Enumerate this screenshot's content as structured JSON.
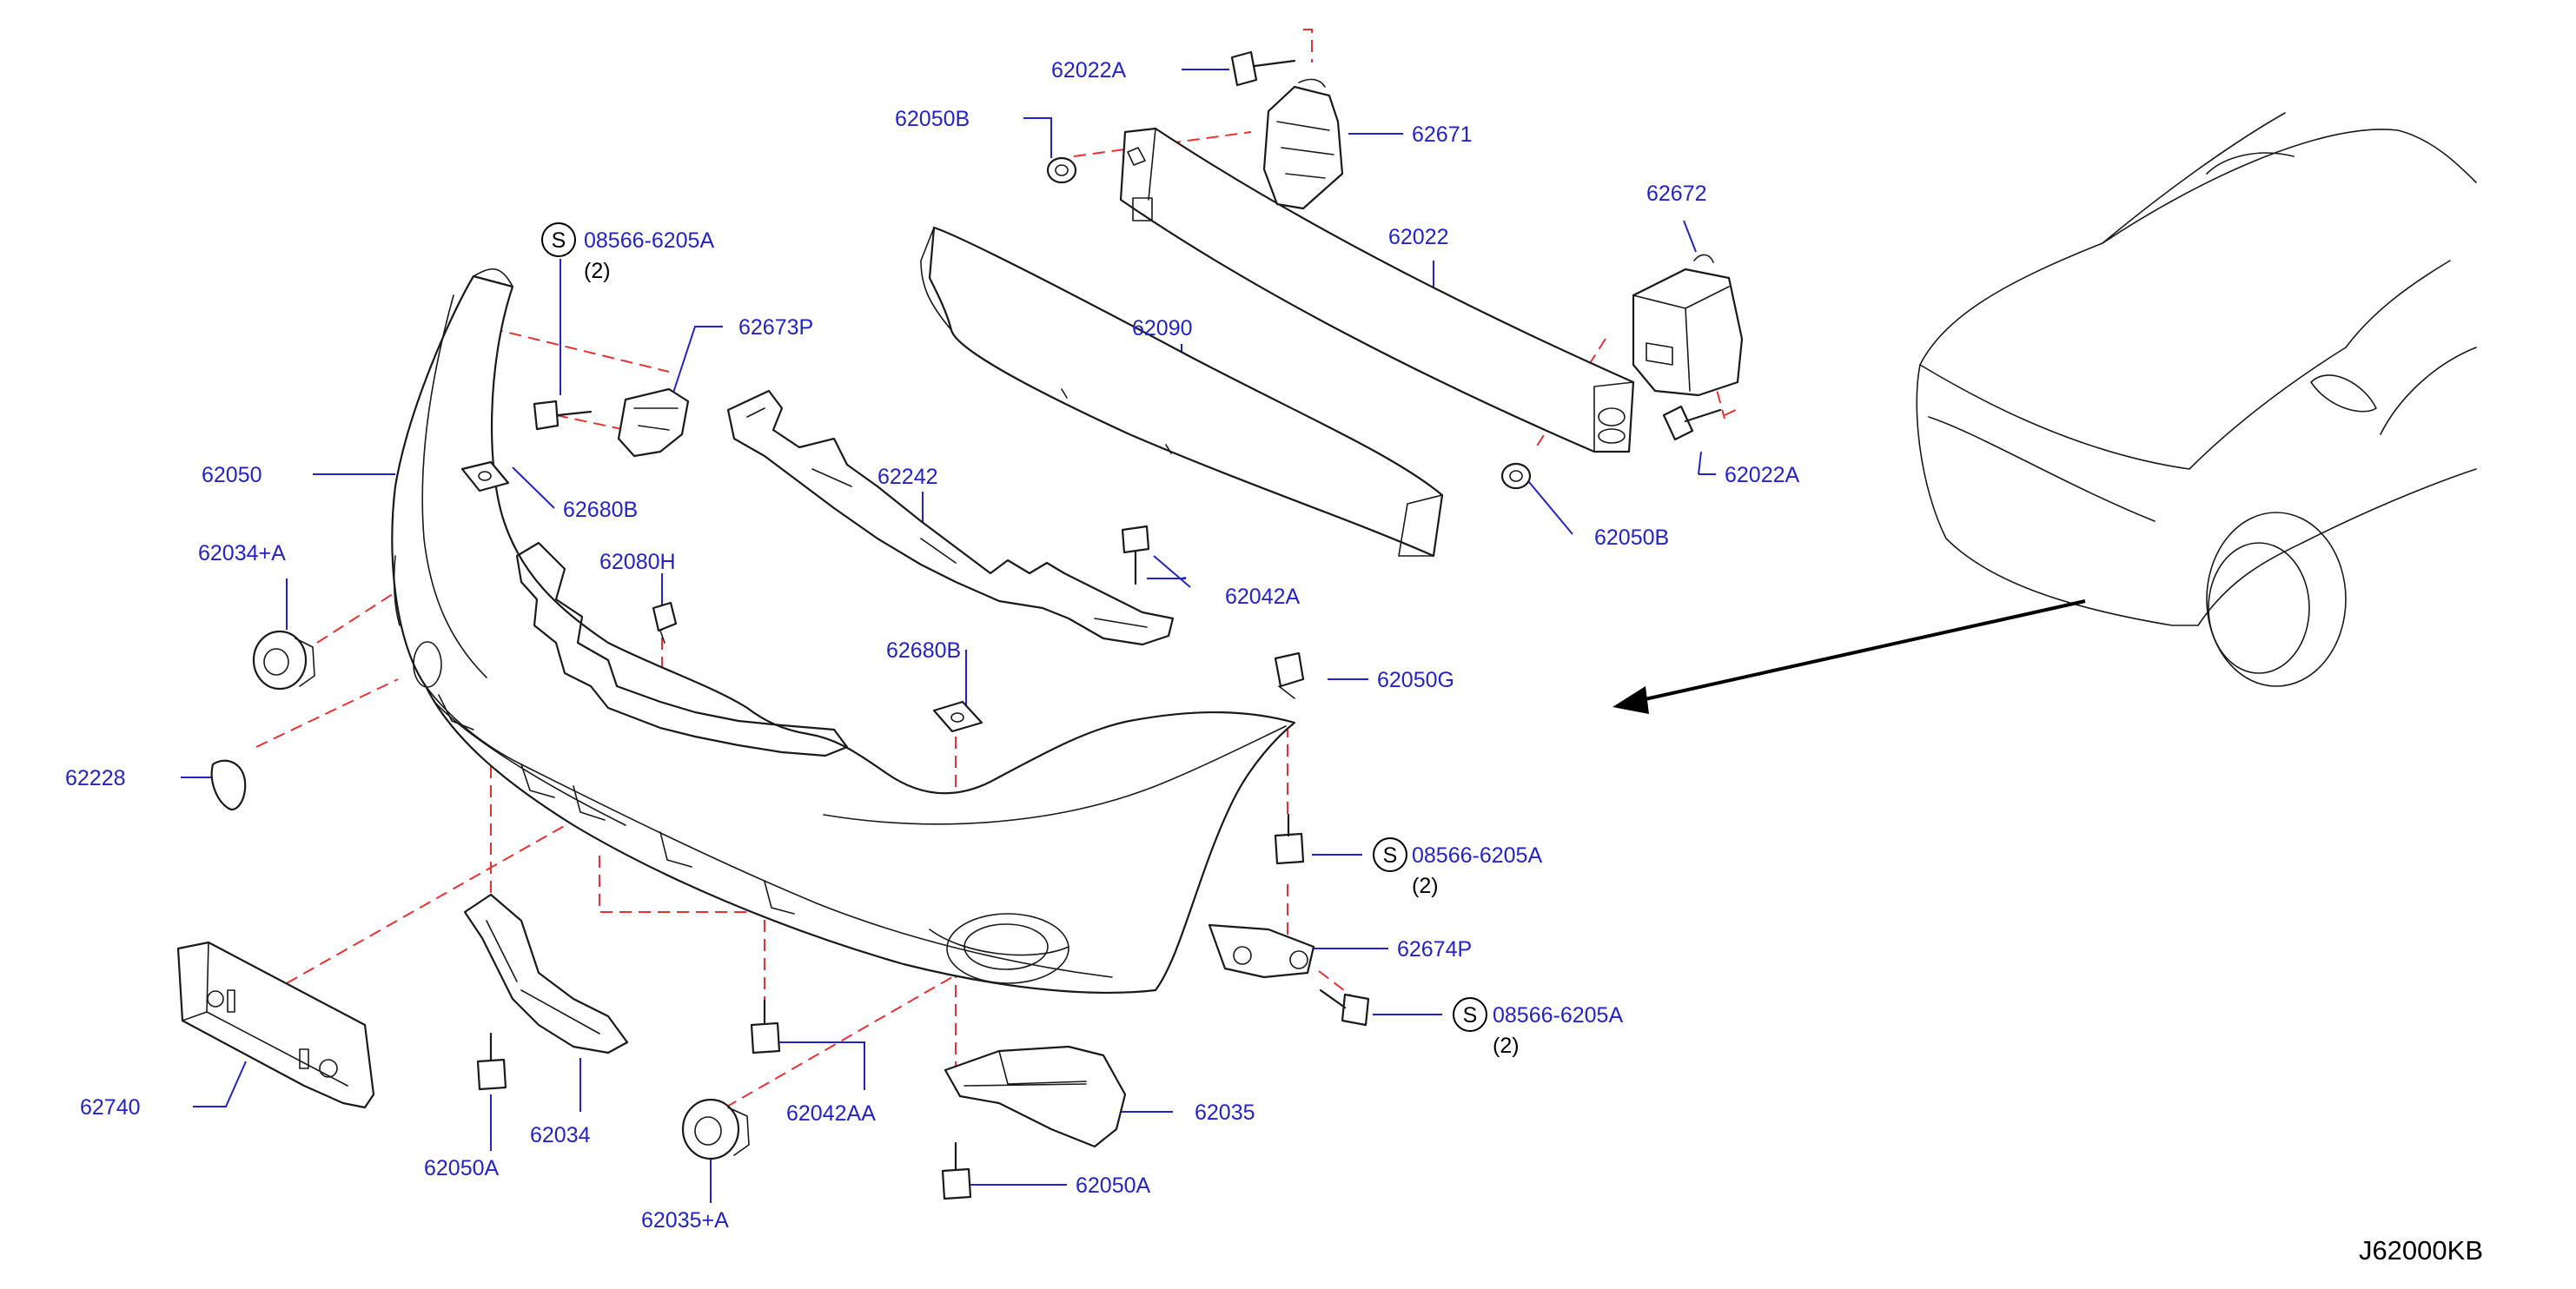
{
  "diagram_code": "J62000KB",
  "sym_s": "S",
  "labels": {
    "p62022A_top": "62022A",
    "p62050B_top": "62050B",
    "p62671": "62671",
    "p62022": "62022",
    "p62672": "62672",
    "p08566_top": "08566-6205A",
    "p08566_top_qty": "(2)",
    "p62673P": "62673P",
    "p62090": "62090",
    "p62050": "62050",
    "p62680B_left": "62680B",
    "p62242": "62242",
    "p62022A_right": "62022A",
    "p62034A": "62034+A",
    "p62080H": "62080H",
    "p62042A": "62042A",
    "p62050B_right": "62050B",
    "p62680B_mid": "62680B",
    "p62050G": "62050G",
    "p62228": "62228",
    "p08566_mid": "08566-6205A",
    "p08566_mid_qty": "(2)",
    "p62674P": "62674P",
    "p08566_low": "08566-6205A",
    "p08566_low_qty": "(2)",
    "p62740": "62740",
    "p62042AA": "62042AA",
    "p62034": "62034",
    "p62035": "62035",
    "p62050A_left": "62050A",
    "p62050A_right": "62050A",
    "p62035A": "62035+A"
  },
  "colors": {
    "label": "#2323c8",
    "dashed_guide": "#e63232",
    "line_art": "#1a1a1a"
  }
}
